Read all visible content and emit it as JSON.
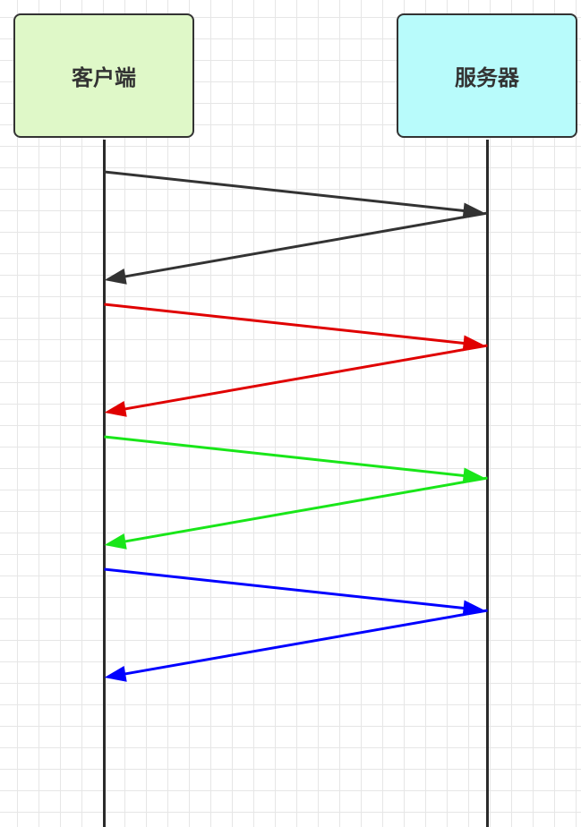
{
  "actors": {
    "client": {
      "label": "客户端",
      "fill": "#dff8c8"
    },
    "server": {
      "label": "服务器",
      "fill": "#b8fbfb"
    }
  },
  "messages": [
    {
      "from": "client",
      "to": "server",
      "color": "#333333"
    },
    {
      "from": "server",
      "to": "client",
      "color": "#333333"
    },
    {
      "from": "client",
      "to": "server",
      "color": "#e00000"
    },
    {
      "from": "server",
      "to": "client",
      "color": "#e00000"
    },
    {
      "from": "client",
      "to": "server",
      "color": "#19e619"
    },
    {
      "from": "server",
      "to": "client",
      "color": "#19e619"
    },
    {
      "from": "client",
      "to": "server",
      "color": "#0000ff"
    },
    {
      "from": "server",
      "to": "client",
      "color": "#0000ff"
    }
  ]
}
